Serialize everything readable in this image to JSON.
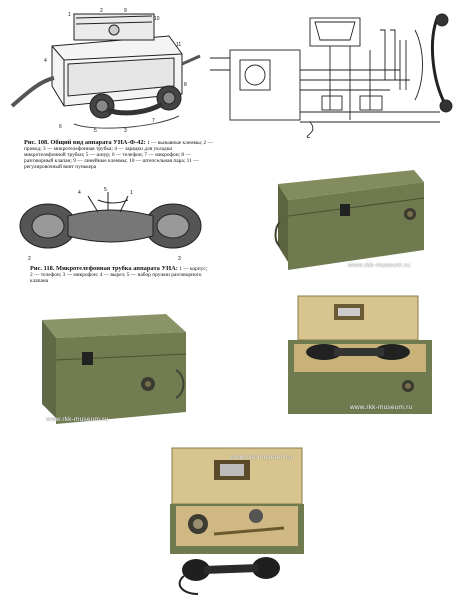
{
  "fig1": {
    "title": "Рис. 108. Общий вид аппарата УНА-Ф-42:",
    "caption": "1 — вызывные клеммы; 2 — провод; 3 — микротелефонная трубка; 4 — зарядки для укладки микротелефонной трубки; 5 — шнур; 6 — телефон; 7 — микрофон; 8 — разговорный клапан; 9 — линейные клеммы; 10 — штепсельная пара; 11 — регулировочный винт пунькера"
  },
  "fig2": {
    "title": "Рис. 118. Микротелефонная трубка аппарата УНА:",
    "caption": "1 — корпус; 2 — телефон; 3 — микрофон; 4 — вырез; 5 — набор пружин разговорного клапана"
  },
  "watermarks": {
    "wm1": "www.rkk-museum.ru",
    "wm2": "www.rkk-museum.ru",
    "wm3": "www.rkk-museum.ru",
    "wm4": "www.rkk-museum.ru"
  },
  "colors": {
    "box_green": "#6f7a4e",
    "wood": "#d8c48e",
    "line": "#222222"
  }
}
